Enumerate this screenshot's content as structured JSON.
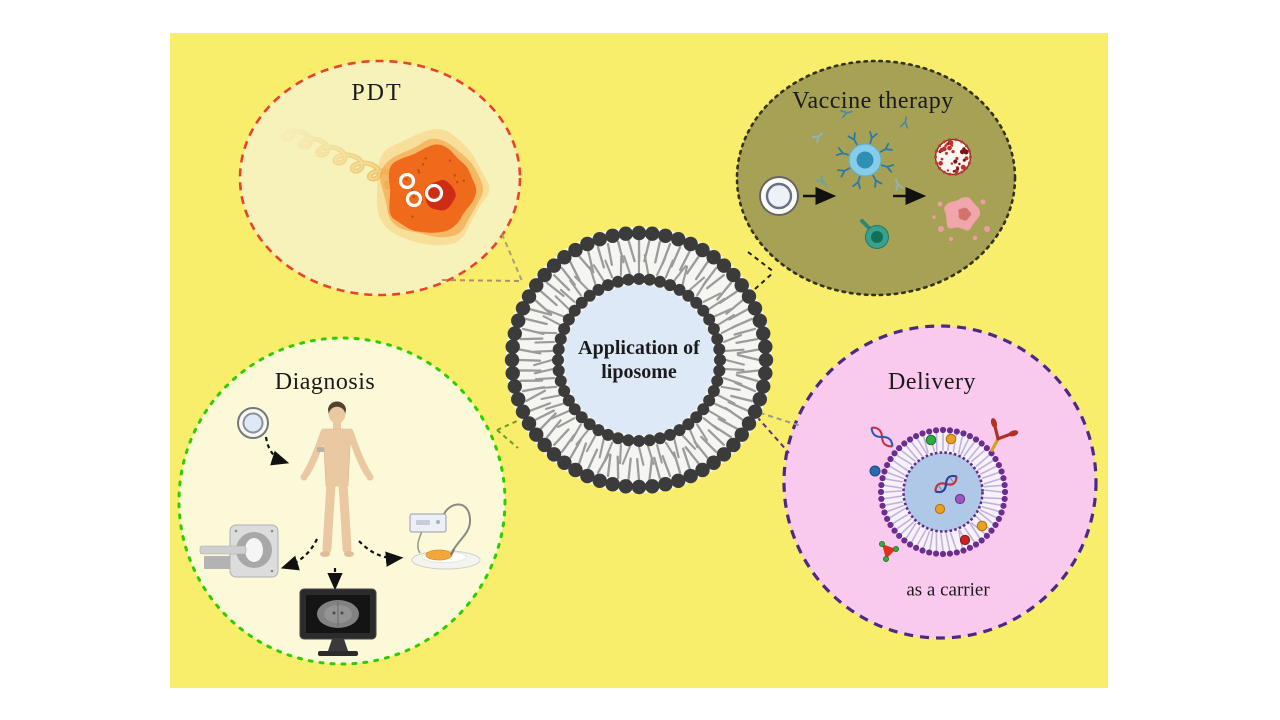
{
  "figure": {
    "page_bg": "#ffffff",
    "canvas_bg": "#f9ee6b",
    "center_node": {
      "label_line1": "Application of",
      "label_line2": "liposome",
      "core_color": "#dde9f7",
      "bead_color": "#3b3b3b"
    },
    "nodes": {
      "pdt": {
        "label": "PDT",
        "border_color": "#e8432e",
        "fill_color": "#f7f1ba"
      },
      "vaccine": {
        "label": "Vaccine therapy",
        "border_color": "#33331c",
        "fill_color": "#a7a156"
      },
      "diagnosis": {
        "label": "Diagnosis",
        "border_color": "#2ecc00",
        "fill_color": "#fcf9d9"
      },
      "delivery": {
        "label": "Delivery",
        "caption": "as a carrier",
        "border_color": "#4b2a86",
        "fill_color": "#f9c9ee"
      }
    }
  }
}
